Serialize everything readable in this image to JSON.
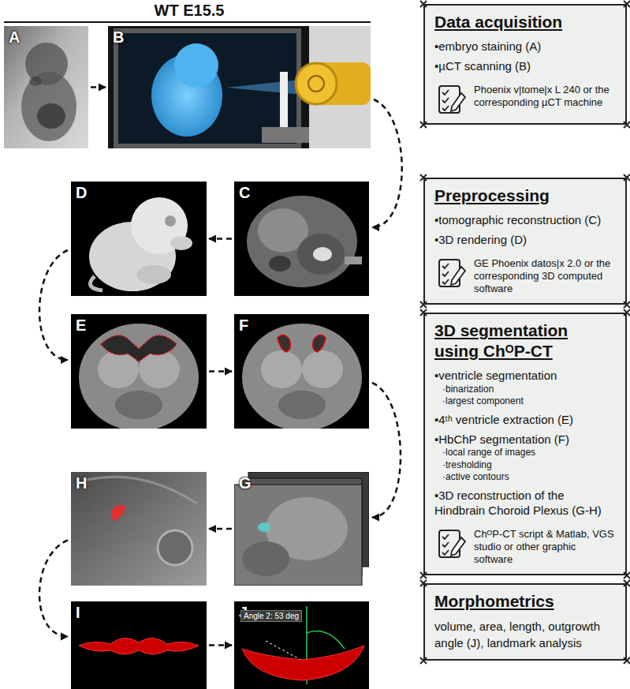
{
  "diagram": {
    "nodes": [
      {
        "text": [
          "A"
        ]
      },
      {
        "text": [
          "B"
        ]
      },
      {
        "text": [
          "C"
        ]
      },
      {
        "text": [
          "D"
        ]
      },
      {
        "text": [
          "E"
        ]
      },
      {
        "text": [
          "F"
        ]
      },
      {
        "text": [
          "G"
        ]
      },
      {
        "text": [
          "H"
        ]
      },
      {
        "text": [
          "I"
        ]
      },
      {
        "text": [
          "J"
        ]
      },
      {
        "text": [
          "Data acquisition",
          "•embryo staining (A)",
          "•µCT scanning (B)",
          "Phoenix v|tome|x L 240 or the corresponding µCT machine"
        ]
      },
      {
        "text": [
          "Preprocessing",
          "•tomographic reconstruction (C)",
          "•3D rendering (D)",
          "GE Phoenix datos|x 2.0 or the corresponding 3D computed software"
        ]
      },
      {
        "text": [
          "3D segmentation using ChᴼP-CT",
          "•ventricle segmentation",
          "·binarization",
          "·largest component",
          "•4ᵗʰ ventricle extraction (E)",
          "•HbChP segmentation (F)",
          "·local range of images",
          "·tresholding",
          "·active contours",
          "•3D reconstruction of the Hindbrain Choroid Plexus (G-H)",
          "ChᴼP-CT script & Matlab, VGS studio or other graphic software"
        ]
      },
      {
        "text": [
          "Morphometrics",
          "volume, area, length, outgrowth angle (J), landmark analysis"
        ]
      }
    ],
    "edges": [
      {
        "from": 0,
        "to": 1,
        "arrow": "to"
      },
      {
        "from": 1,
        "to": 2,
        "arrow": "to"
      },
      {
        "from": 2,
        "to": 3,
        "arrow": "to"
      },
      {
        "from": 3,
        "to": 4,
        "arrow": "to"
      },
      {
        "from": 4,
        "to": 5,
        "arrow": "to"
      },
      {
        "from": 5,
        "to": 6,
        "arrow": "to"
      },
      {
        "from": 6,
        "to": 7,
        "arrow": "to"
      },
      {
        "from": 7,
        "to": 8,
        "arrow": "to"
      },
      {
        "from": 8,
        "to": 9,
        "arrow": "to"
      }
    ],
    "labels": [
      "WT E15.5",
      "Angle 2: 53 deg"
    ]
  }
}
